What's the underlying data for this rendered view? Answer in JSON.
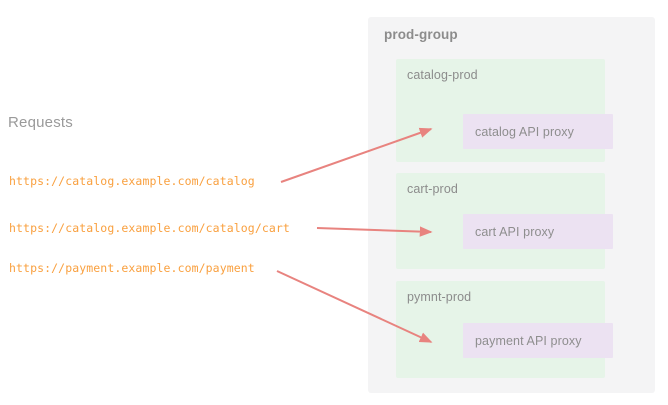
{
  "requests": {
    "heading": "Requests",
    "urls": [
      "https://catalog.example.com/catalog",
      "https://catalog.example.com/catalog/cart",
      "https://payment.example.com/payment"
    ]
  },
  "group": {
    "title": "prod-group",
    "environments": [
      {
        "name": "catalog-prod",
        "proxy": "catalog API proxy"
      },
      {
        "name": "cart-prod",
        "proxy": "cart API proxy"
      },
      {
        "name": "pymnt-prod",
        "proxy": "payment API proxy"
      }
    ]
  },
  "colors": {
    "url_text": "#f9a03f",
    "heading_text": "#9a9a9a",
    "group_bg": "#f4f4f5",
    "env_bg": "#e6f4e8",
    "proxy_bg": "#ece2f2",
    "arrow": "#e8837f",
    "label_text": "#8c8c8c"
  },
  "arrows": [
    {
      "name": "arrow-catalog",
      "from_url": "https://catalog.example.com/catalog",
      "to_proxy": "catalog API proxy"
    },
    {
      "name": "arrow-cart",
      "from_url": "https://catalog.example.com/catalog/cart",
      "to_proxy": "cart API proxy"
    },
    {
      "name": "arrow-payment",
      "from_url": "https://payment.example.com/payment",
      "to_proxy": "payment API proxy"
    }
  ]
}
